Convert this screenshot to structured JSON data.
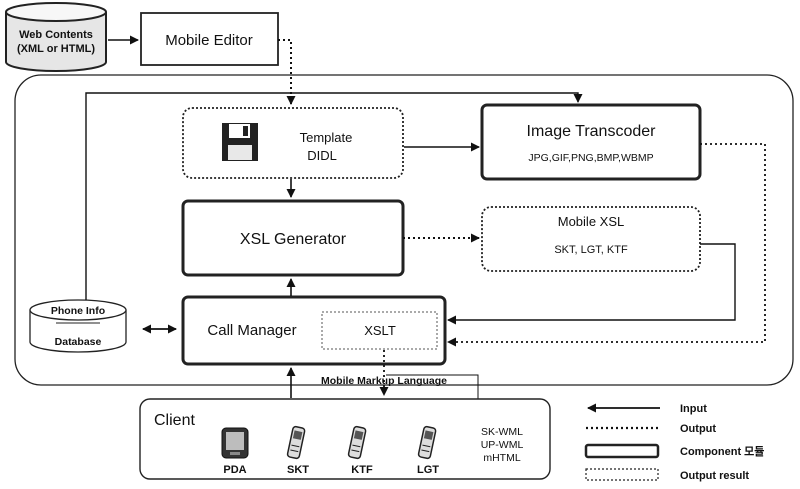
{
  "web_contents": {
    "line1": "Web Contents",
    "line2": "(XML or HTML)"
  },
  "mobile_editor": "Mobile Editor",
  "template": {
    "line1": "Template",
    "line2": "DIDL"
  },
  "image_transcoder": {
    "title": "Image Transcoder",
    "formats": "JPG,GIF,PNG,BMP,WBMP"
  },
  "xsl_generator": "XSL Generator",
  "mobile_xsl": {
    "title": "Mobile XSL",
    "carriers": "SKT, LGT, KTF"
  },
  "phone_db": {
    "line1": "Phone Info",
    "line2": "Database"
  },
  "call_manager": "Call Manager",
  "xslt": "XSLT",
  "markup_label": "Mobile Markup Language",
  "client": {
    "title": "Client",
    "devices": [
      "PDA",
      "SKT",
      "KTF",
      "LGT"
    ],
    "markup_types": [
      "SK-WML",
      "UP-WML",
      "mHTML"
    ]
  },
  "legend": {
    "input": "Input",
    "output": "Output",
    "component": "Component 모듈",
    "output_result": "Output result"
  }
}
